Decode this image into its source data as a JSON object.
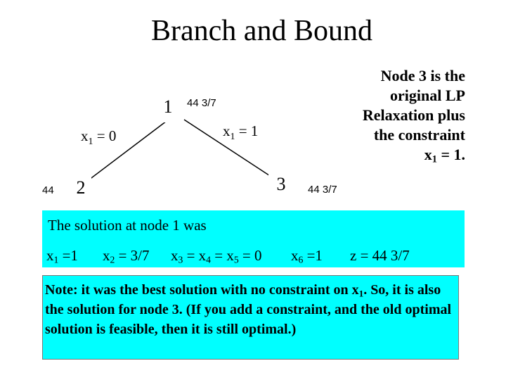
{
  "title": "Branch and Bound",
  "tree": {
    "nodes": [
      {
        "label": "1",
        "value": "44 3/7"
      },
      {
        "label": "2",
        "value": "44"
      },
      {
        "label": "3",
        "value": "44 3/7"
      }
    ],
    "edges": [
      {
        "var": "x",
        "sub": "1",
        "rel": " = 0"
      },
      {
        "var": "x",
        "sub": "1",
        "rel": " = 1"
      }
    ]
  },
  "annotation": {
    "lines": [
      "Node 3 is the",
      "original LP",
      "Relaxation plus",
      "the constraint"
    ],
    "last_var": "x",
    "last_sub": "1",
    "last_rest": " = 1."
  },
  "solution": {
    "heading": "The solution at node 1 was",
    "t1": {
      "var": "x",
      "sub": "1",
      "rest": " =1"
    },
    "t2": {
      "var": "x",
      "sub": "2",
      "rest": " = 3/7"
    },
    "t3": {
      "a": "x",
      "a_sub": "3",
      "b": " = x",
      "b_sub": "4",
      "c": " = x",
      "c_sub": "5",
      "rest": " = 0"
    },
    "t4": {
      "var": "x",
      "sub": "6",
      "rest": " =1"
    },
    "t5": "z = 44 3/7"
  },
  "note": {
    "part1": "Note: it was the best solution with no constraint on x",
    "sub": "1",
    "part2": ". So, it is also the solution for node 3.  (If you add a constraint, and the old optimal solution is feasible, then it is still optimal.)"
  }
}
